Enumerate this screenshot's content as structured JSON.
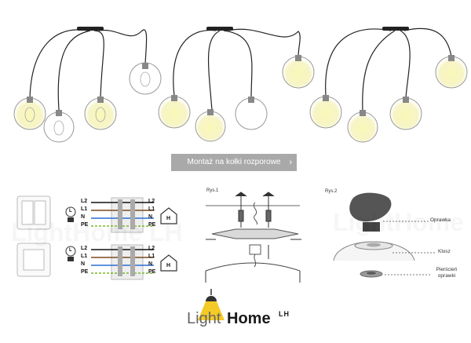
{
  "banner": {
    "label": "Montaż na kołki rozporowe",
    "chevron": "›"
  },
  "wiring": {
    "left_labels": [
      "L2",
      "L1",
      "N",
      "PE"
    ],
    "right_labels": [
      "L2",
      "L1",
      "N",
      "PE"
    ],
    "left_labels_b": [
      "L2",
      "L1",
      "N",
      "PE"
    ],
    "right_labels_b": [
      "L2",
      "L1",
      "N",
      "PE"
    ],
    "bulb_letter": "L",
    "house_letter": "H"
  },
  "figure1": {
    "title": "Rys.1"
  },
  "figure2": {
    "title": "Rys.2",
    "labels": {
      "holder": "Oprawka",
      "shade": "Klosz",
      "ring": "Pierścień\noprawki"
    }
  },
  "logo": {
    "light": "Light",
    "home": "Home",
    "lh": "LH"
  },
  "watermark": "LightHome LH",
  "colors": {
    "accent_glow": "#f4f1a0",
    "banner": "#a9a9a9",
    "logo_bulb": "#f2c200"
  }
}
